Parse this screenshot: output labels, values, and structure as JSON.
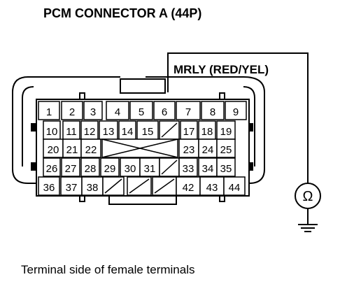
{
  "title": "PCM CONNECTOR A (44P)",
  "wire_label": "MRLY (RED/YEL)",
  "caption": "Terminal side of female terminals",
  "meter_symbol": "Ω",
  "meter_icon": "ohmmeter-icon",
  "ground_icon": "ground-icon",
  "rows": [
    [
      "1",
      "2",
      "3",
      "4",
      "5",
      "6",
      "7",
      "8",
      "9"
    ],
    [
      "10",
      "11",
      "12",
      "13",
      "14",
      "15",
      "",
      "17",
      "18",
      "19"
    ],
    [
      "20",
      "21",
      "22",
      "",
      "23",
      "24",
      "25"
    ],
    [
      "26",
      "27",
      "28",
      "29",
      "30",
      "31",
      "",
      "33",
      "34",
      "35"
    ],
    [
      "36",
      "37",
      "38",
      "",
      "",
      "",
      "42",
      "43",
      "44"
    ]
  ]
}
